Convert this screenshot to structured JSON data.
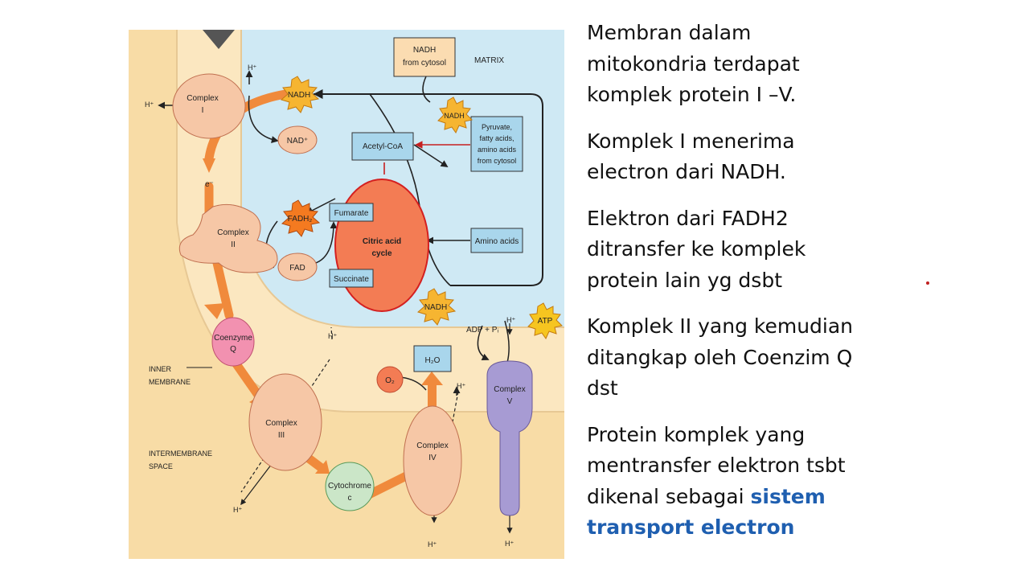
{
  "diagram": {
    "matrix_label": "MATRIX",
    "nadh_from_cytosol": [
      "NADH",
      "from cytosol"
    ],
    "nadh": "NADH",
    "nad_plus": "NAD⁺",
    "fadh2": "FADH₂",
    "fad": "FAD",
    "acetyl_coa": "Acetyl-CoA",
    "pyruvate_box": [
      "Pyruvate,",
      "fatty acids,",
      "amino acids",
      "from cytosol"
    ],
    "fumarate": "Fumarate",
    "succinate": "Succinate",
    "citric_acid_cycle": [
      "Citric acid",
      "cycle"
    ],
    "amino_acids": "Amino acids",
    "complex_1": [
      "Complex",
      "I"
    ],
    "complex_2": [
      "Complex",
      "II"
    ],
    "complex_3": [
      "Complex",
      "III"
    ],
    "complex_4": [
      "Complex",
      "IV"
    ],
    "complex_5": [
      "Complex",
      "V"
    ],
    "coenzyme_q": [
      "Coenzyme",
      "Q"
    ],
    "cytochrome_c": [
      "Cytochrome",
      "c"
    ],
    "o2": "O₂",
    "h2o": "H₂O",
    "adp_pi": "ADP + Pᵢ",
    "atp": "ATP",
    "h_plus": "H⁺",
    "electron": "e⁻",
    "inner_membrane": [
      "INNER",
      "MEMBRANE"
    ],
    "intermembrane_space": [
      "INTERMEMBRANE",
      "SPACE"
    ]
  },
  "text": {
    "p1": "Membran dalam mitokondria terdapat komplek protein I –V.",
    "p2": "Komplek I  menerima electron dari NADH.",
    "p3": "Elektron dari FADH2 ditransfer ke komplek protein lain yg dsbt",
    "p4": "Komplek II  yang kemudian ditangkap oleh Coenzim Q dst",
    "p5_prefix": "Protein komplek yang mentransfer elektron tsbt dikenal sebagai ",
    "p5_highlight": "sistem transport electron"
  },
  "colors": {
    "matrix": "#cfe9f4",
    "membrane": "#f8dca6",
    "complex": "#f6c7a6",
    "flow_arrow": "#f08a3c",
    "starburst": "#f6b531",
    "highlight_text": "#1f5fb0"
  }
}
